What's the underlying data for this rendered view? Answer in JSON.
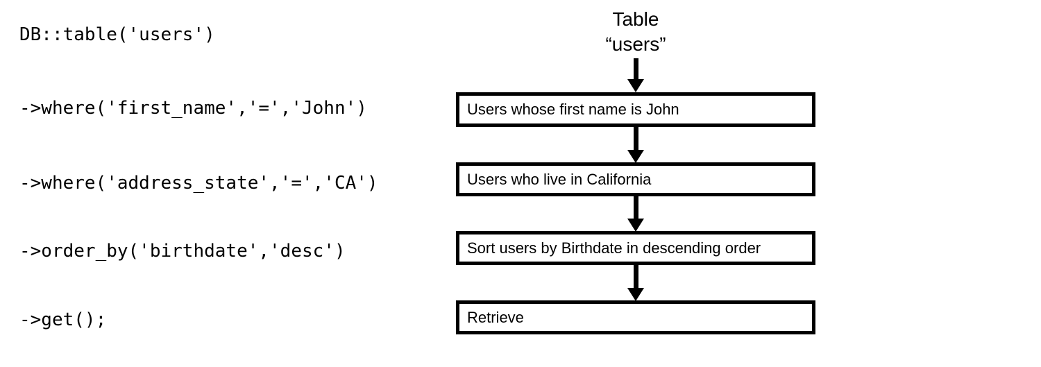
{
  "code": {
    "lines": [
      "DB::table('users')",
      "->where('first_name','=','John')",
      "->where('address_state','=','CA')",
      "->order_by('birthdate','desc')",
      "->get();"
    ]
  },
  "flow": {
    "title_line1": "Table",
    "title_line2": "“users”",
    "nodes": [
      {
        "label": "Users whose first name is John"
      },
      {
        "label": "Users who live in California"
      },
      {
        "label": "Sort users by Birthdate in descending order"
      },
      {
        "label": "Retrieve"
      }
    ],
    "arrows": [
      {
        "name": "arrow-table-to-first-name"
      },
      {
        "name": "arrow-first-name-to-california"
      },
      {
        "name": "arrow-california-to-sort"
      },
      {
        "name": "arrow-sort-to-retrieve"
      }
    ]
  },
  "colors": {
    "background": "#ffffff",
    "stroke": "#000000",
    "text": "#000000"
  }
}
